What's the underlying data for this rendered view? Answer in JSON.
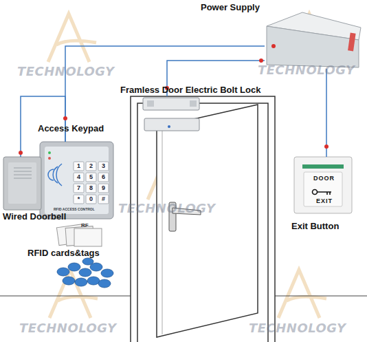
{
  "diagram": {
    "nodes": [
      {
        "text": [
          "Power Supply"
        ]
      },
      {
        "text": [
          "Framless Door Electric Bolt Lock"
        ]
      },
      {
        "text": [
          "Access Keypad"
        ]
      },
      {
        "text": [
          "Wired Doorbell"
        ]
      },
      {
        "text": [
          "Exit Button"
        ]
      },
      {
        "text": [
          "RFID cards&tags"
        ]
      }
    ],
    "edges": [
      {
        "from": 2,
        "to": 0,
        "arrow": "none"
      },
      {
        "from": 1,
        "to": 0,
        "arrow": "none"
      },
      {
        "from": 0,
        "to": 4,
        "arrow": "none"
      },
      {
        "from": 3,
        "to": 2,
        "arrow": "none"
      }
    ],
    "labels": [
      "TECHNOLOGY",
      "TECHNOLOGY",
      "TECHNOLOGY",
      "TECHNOLOGY",
      "TECHNOLOGY",
      "1",
      "2",
      "3",
      "4",
      "5",
      "6",
      "7",
      "8",
      "9",
      "*",
      "0",
      "#",
      "RFID ACCESS CONTROL",
      "DOOR",
      "EXIT",
      "RF"
    ]
  }
}
